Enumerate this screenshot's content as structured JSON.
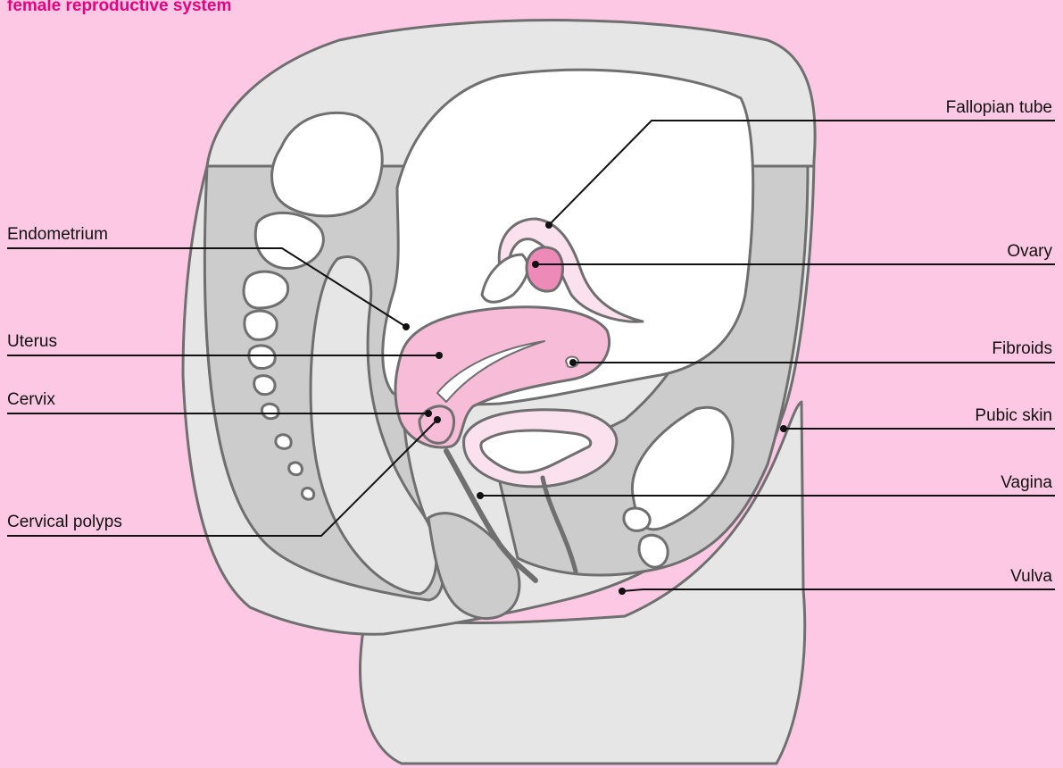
{
  "title": "female reproductive system",
  "colors": {
    "background": "#fdc8e4",
    "title": "#e6007e",
    "body_fill": "#e6e6e6",
    "tissue_fill": "#cccccc",
    "outline": "#6f6f6f",
    "uterus_fill": "#f7bcd8",
    "ovary_fill": "#ee8ab8",
    "bladder_fill": "#fbe0ee"
  },
  "labels": {
    "endometrium": "Endometrium",
    "uterus": "Uterus",
    "cervix": "Cervix",
    "cervical_polyps": "Cervical polyps",
    "fallopian_tube": "Fallopian tube",
    "ovary": "Ovary",
    "fibroids": "Fibroids",
    "pubic_skin": "Pubic skin",
    "vagina": "Vagina",
    "vulva": "Vulva"
  }
}
